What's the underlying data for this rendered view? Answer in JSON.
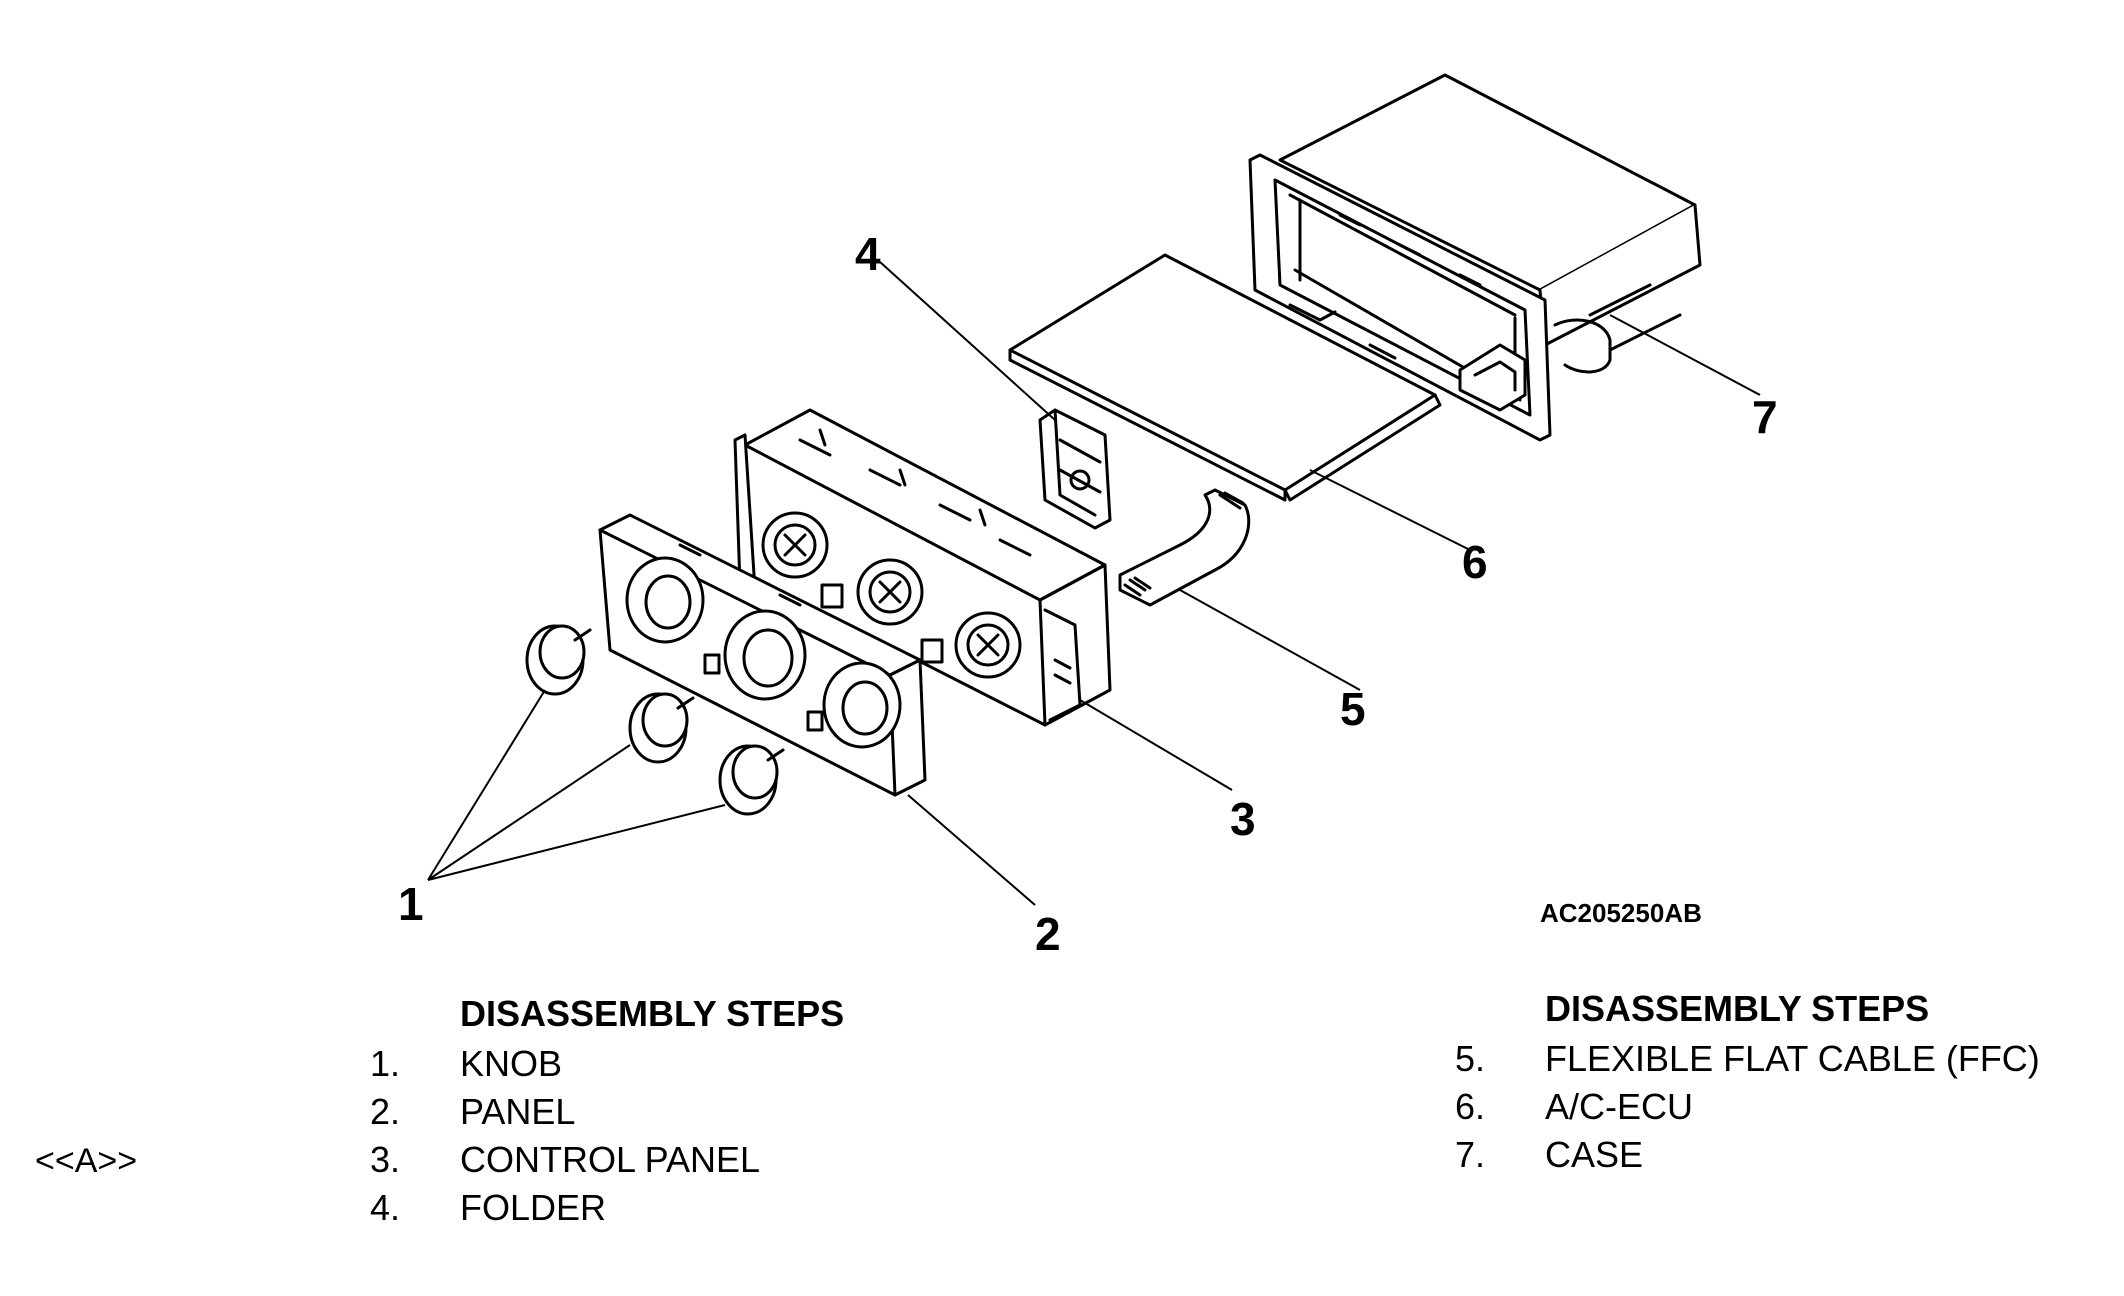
{
  "callouts": {
    "c1": "1",
    "c2": "2",
    "c3": "3",
    "c4": "4",
    "c5": "5",
    "c6": "6",
    "c7": "7"
  },
  "figure_code": "AC205250AB",
  "reference_mark": "<<A>>",
  "steps_left": {
    "heading": "DISASSEMBLY STEPS",
    "items": [
      {
        "num": "1.",
        "label": "KNOB"
      },
      {
        "num": "2.",
        "label": "PANEL"
      },
      {
        "num": "3.",
        "label": "CONTROL PANEL"
      },
      {
        "num": "4.",
        "label": "FOLDER"
      }
    ]
  },
  "steps_right": {
    "heading": "DISASSEMBLY STEPS",
    "items": [
      {
        "num": "5.",
        "label": "FLEXIBLE FLAT CABLE (FFC)"
      },
      {
        "num": "6.",
        "label": "A/C-ECU"
      },
      {
        "num": "7.",
        "label": "CASE"
      }
    ]
  }
}
